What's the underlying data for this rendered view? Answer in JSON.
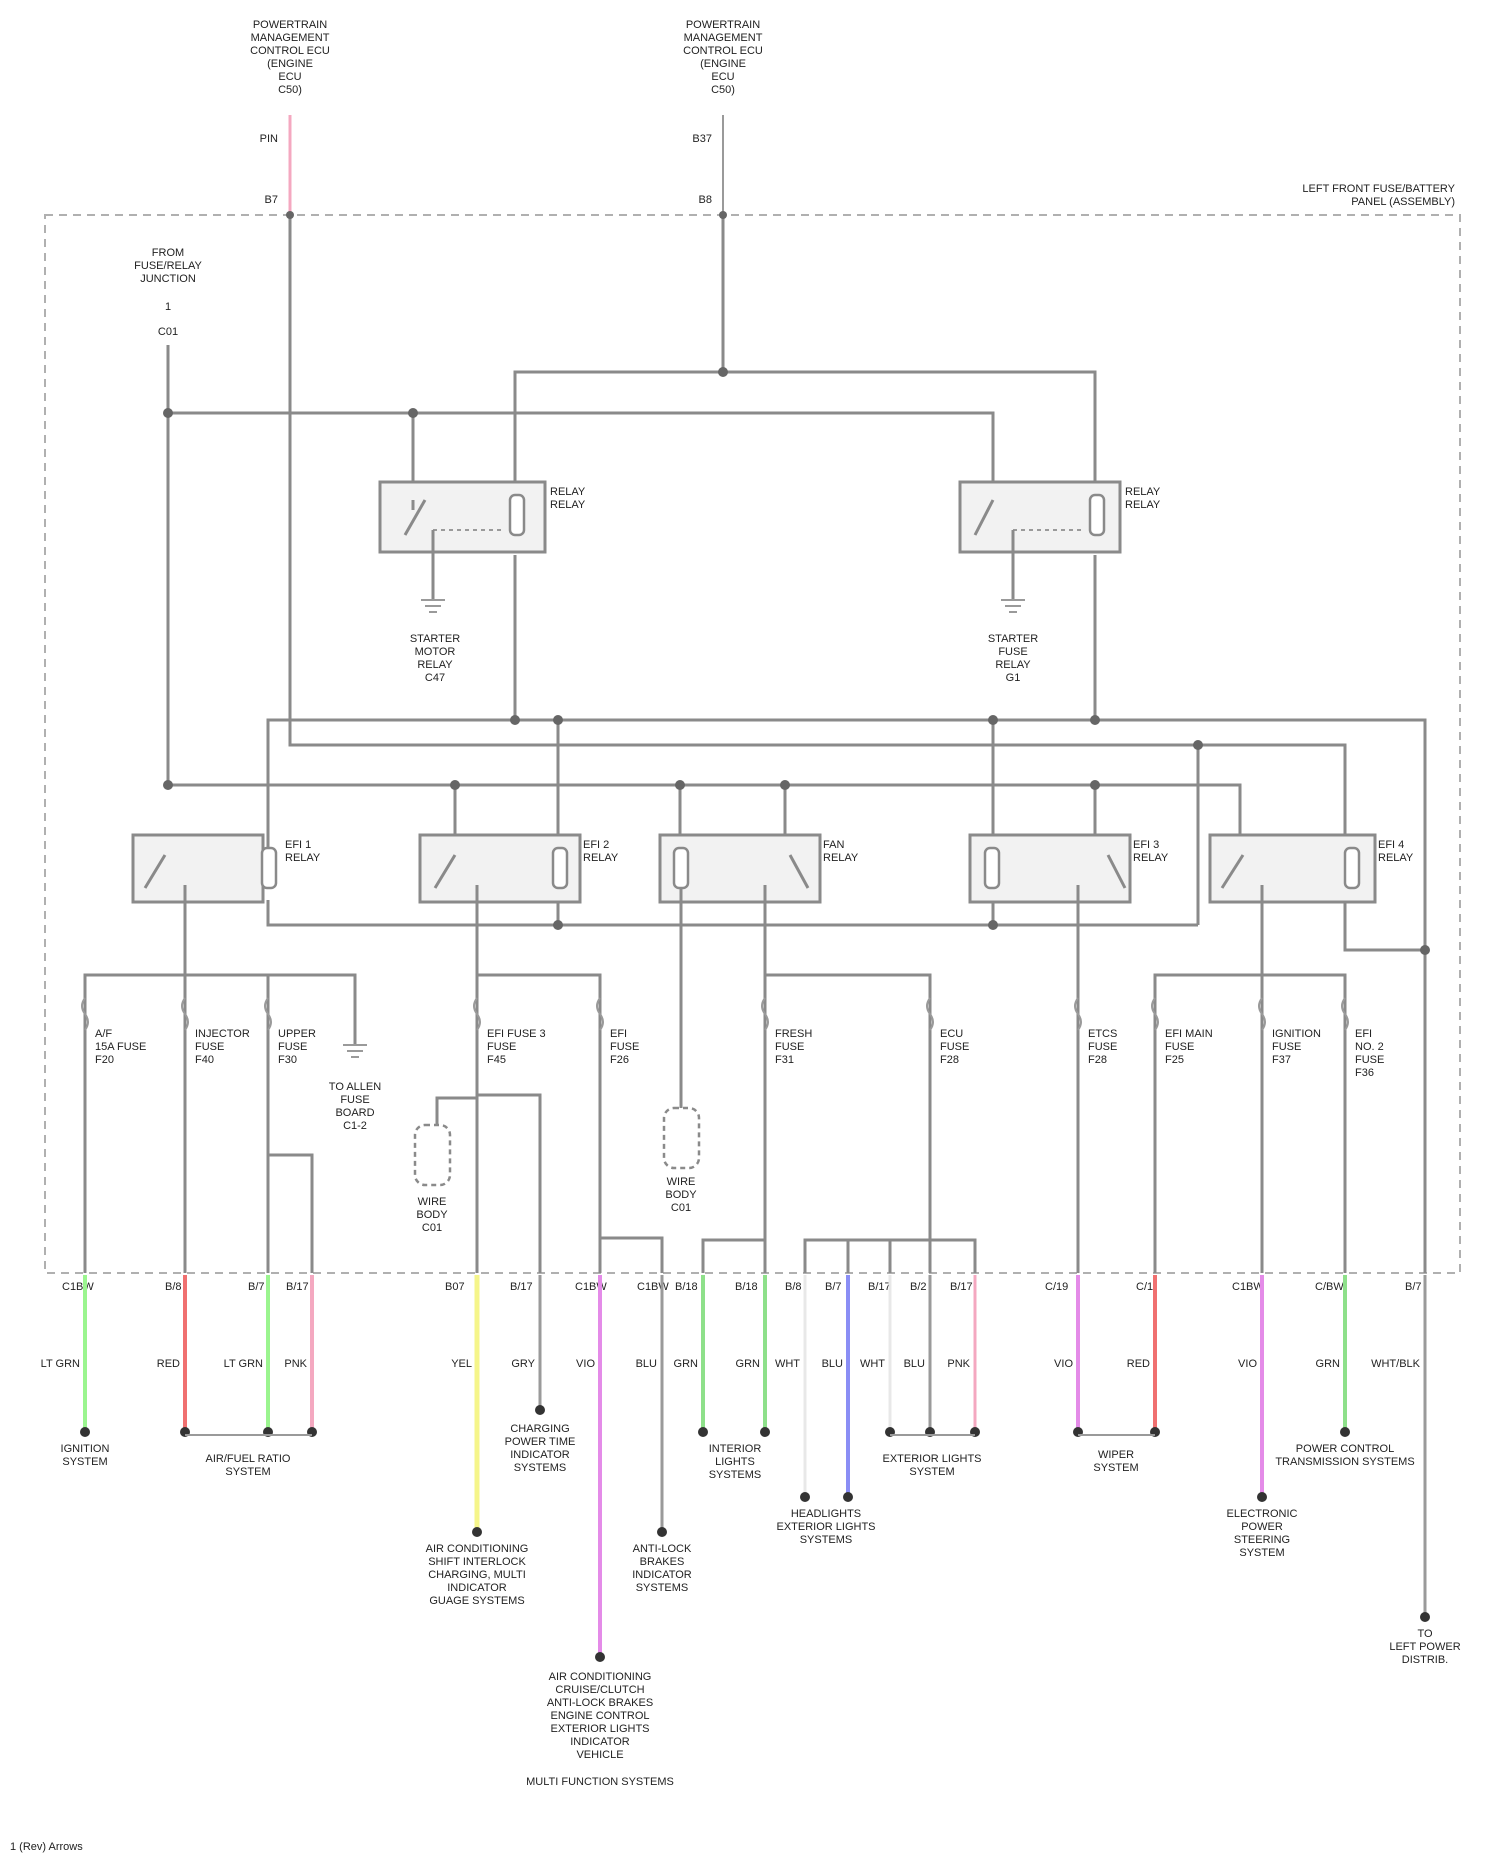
{
  "diagram": {
    "sources": [
      {
        "lines": [
          "POWERTRAIN",
          "MANAGEMENT",
          "CONTROL ECU",
          "(ENGINE",
          "ECU",
          "C50)"
        ],
        "pin_top": "PIN",
        "pin_bottom": "B7"
      },
      {
        "lines": [
          "POWERTRAIN",
          "MANAGEMENT",
          "CONTROL ECU",
          "(ENGINE",
          "ECU",
          "C50)"
        ],
        "pin_top": "B37",
        "pin_bottom": "B8"
      }
    ],
    "box_label": [
      "LEFT FRONT FUSE/BATTERY",
      "PANEL (ASSEMBLY)"
    ],
    "battery_label": [
      "FROM",
      "FUSE/RELAY",
      "JUNCTION",
      "1",
      "C01"
    ],
    "relays_top": [
      {
        "name": [
          "RELAY",
          "RELAY"
        ],
        "ground_label": [
          "STARTER",
          "MOTOR",
          "RELAY",
          "C47"
        ]
      },
      {
        "name": [
          "RELAY",
          "RELAY"
        ],
        "ground_label": [
          "STARTER",
          "FUSE",
          "RELAY",
          "G1"
        ]
      }
    ],
    "relays_bottom": [
      {
        "name": [
          "EFI 1",
          "RELAY"
        ]
      },
      {
        "name": [
          "EFI 2",
          "RELAY"
        ]
      },
      {
        "name": [
          "FAN",
          "RELAY"
        ]
      },
      {
        "name": [
          "EFI 3",
          "RELAY"
        ]
      },
      {
        "name": [
          "EFI 4",
          "RELAY"
        ]
      }
    ],
    "fuses": [
      {
        "lines": [
          "A/F",
          "15A FUSE",
          "F20"
        ]
      },
      {
        "lines": [
          "INJECTOR",
          "FUSE",
          "F40"
        ]
      },
      {
        "lines": [
          "UPPER",
          "FUSE",
          "F30"
        ]
      },
      {
        "lines": [
          "EFI FUSE 3",
          "FUSE",
          "F45"
        ]
      },
      {
        "lines": [
          "EFI",
          "FUSE",
          "F26"
        ]
      },
      {
        "lines": [
          "FRESH",
          "FUSE",
          "F31"
        ]
      },
      {
        "lines": [
          "ECU",
          "FUSE",
          "F28"
        ]
      },
      {
        "lines": [
          "ETCS",
          "FUSE",
          "F28"
        ]
      },
      {
        "lines": [
          "EFI MAIN",
          "FUSE",
          "F25"
        ]
      },
      {
        "lines": [
          "IGNITION",
          "FUSE",
          "F37"
        ]
      },
      {
        "lines": [
          "EFI",
          "NO. 2",
          "FUSE",
          "F36"
        ]
      }
    ],
    "to_ground": [
      "TO ALLEN",
      "FUSE",
      "BOARD",
      "C1-2"
    ],
    "diodes": [
      {
        "lines": [
          "WIRE",
          "BODY",
          "C01"
        ]
      },
      {
        "lines": [
          "WIRE",
          "BODY",
          "C01"
        ]
      }
    ],
    "connector_pins": [
      "C1BW",
      "B/8",
      "B/7",
      "B/17",
      "B07",
      "B/17",
      "C1BW",
      "C1BW",
      "B/18",
      "B/18",
      "B/8",
      "B/7",
      "B/17",
      "B/2",
      "B/17",
      "C/19",
      "C/1",
      "C1BW",
      "C/BW",
      "B/7"
    ],
    "wire_colors": [
      "LT GRN",
      "RED",
      "LT GRN",
      "PNK",
      "YEL",
      "GRY",
      "VIO",
      "BLU",
      "GRN",
      "GRN",
      "WHT",
      "BLU",
      "WHT",
      "BLU",
      "PNK",
      "VIO",
      "RED",
      "VIO",
      "GRN",
      "WHT/BLK"
    ],
    "destinations": [
      {
        "lines": [
          "IGNITION",
          "SYSTEM"
        ]
      },
      {
        "lines": [
          "AIR/FUEL RATIO",
          "SYSTEM"
        ]
      },
      {
        "lines": [
          "AIR CONDITIONING",
          "SHIFT INTERLOCK",
          "CHARGING, MULTI",
          "INDICATOR",
          "GUAGE SYSTEMS"
        ]
      },
      {
        "lines": [
          "CHARGING",
          "POWER TIME",
          "INDICATOR",
          "SYSTEMS"
        ]
      },
      {
        "lines": [
          "AIR CONDITIONING",
          "CRUISE/CLUTCH",
          "ANTI-LOCK BRAKES",
          "ENGINE CONTROL",
          "EXTERIOR LIGHTS",
          "INDICATOR",
          "VEHICLE",
          "MULTI FUNCTION SYSTEMS"
        ]
      },
      {
        "lines": [
          "ANTI-LOCK",
          "BRAKES",
          "INDICATOR",
          "SYSTEMS"
        ]
      },
      {
        "lines": [
          "INTERIOR",
          "LIGHTS",
          "SYSTEMS"
        ]
      },
      {
        "lines": [
          "HEADLIGHTS",
          "EXTERIOR LIGHTS",
          "SYSTEMS"
        ]
      },
      {
        "lines": [
          "EXTERIOR LIGHTS",
          "SYSTEM"
        ]
      },
      {
        "lines": [
          "WIPER",
          "SYSTEM"
        ]
      },
      {
        "lines": [
          "ELECTRONIC",
          "POWER",
          "STEERING",
          "SYSTEM"
        ]
      },
      {
        "lines": [
          "POWER CONTROL",
          "TRANSMISSION SYSTEMS"
        ]
      },
      {
        "lines": [
          "TO",
          "LEFT POWER",
          "DISTRIB."
        ]
      }
    ],
    "footer": "1 (Rev) Arrows",
    "colors": {
      "lt_green": "#9bf58f",
      "red": "#f07070",
      "pink": "#f4a8c0",
      "yellow": "#f5f58a",
      "gray": "#9a9a9a",
      "violet": "#e48be8",
      "blue": "#8a8ef5",
      "green": "#8ee08a",
      "white": "#e8e8e8"
    }
  }
}
